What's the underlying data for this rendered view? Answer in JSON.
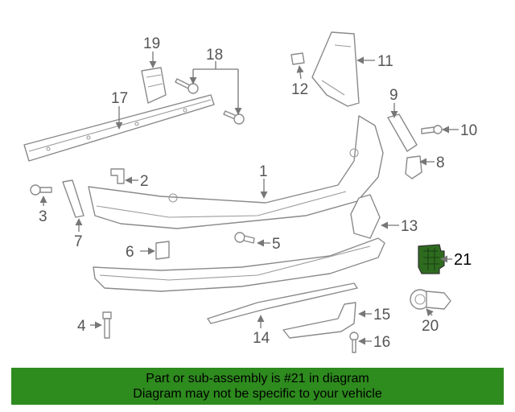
{
  "diagram": {
    "callouts": [
      "1",
      "2",
      "3",
      "4",
      "5",
      "6",
      "7",
      "8",
      "9",
      "10",
      "11",
      "12",
      "13",
      "14",
      "15",
      "16",
      "17",
      "18",
      "19",
      "20",
      "21"
    ],
    "highlight_color": "#2e6b1f",
    "parts": [
      "rear-bumper-cover",
      "bracket",
      "bolt",
      "bolt",
      "bolt",
      "bracket",
      "reflector",
      "bracket",
      "side-bracket",
      "bolt",
      "splash-shield",
      "nut",
      "energy-absorber",
      "lower-molding",
      "lower-panel",
      "clip",
      "reinforcement-bar",
      "bolt-pair",
      "bracket",
      "parking-sensor",
      "sensor-bracket"
    ]
  },
  "banner": {
    "line1": "Part or sub-assembly is #21 in diagram",
    "line2": "Diagram may not be specific to your vehicle",
    "background": "#2e8b1e"
  }
}
